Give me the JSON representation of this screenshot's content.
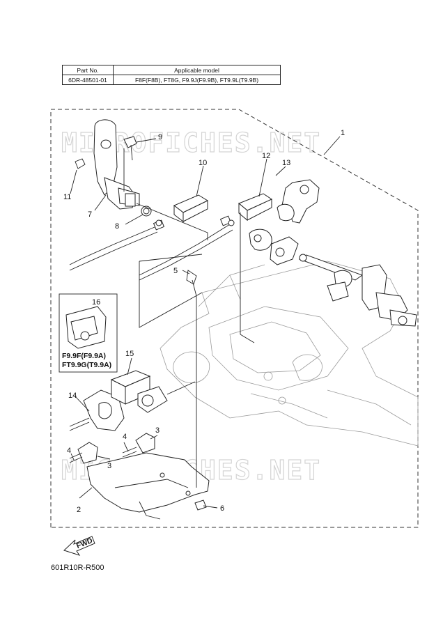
{
  "table": {
    "headers": [
      "Part No.",
      "Applicable model"
    ],
    "rows": [
      [
        "6DR-48501-01",
        "F8F(F8B), FT8G, F9.9J(F9.9B), FT9.9L(T9.9B)"
      ]
    ]
  },
  "watermark": "MICROFICHES.NET",
  "callouts": {
    "c1": "1",
    "c2": "2",
    "c3a": "3",
    "c3b": "3",
    "c4a": "4",
    "c4b": "4",
    "c5": "5",
    "c6": "6",
    "c7": "7",
    "c8": "8",
    "c9": "9",
    "c10": "10",
    "c11": "11",
    "c12": "12",
    "c13": "13",
    "c14": "14",
    "c15": "15",
    "c16": "16"
  },
  "variant_box": {
    "line1": "F9.9F(F9.9A)",
    "line2": "FT9.9G(T9.9A)"
  },
  "fwd_label": "FWD",
  "diagram_code": "601R10R-R500"
}
